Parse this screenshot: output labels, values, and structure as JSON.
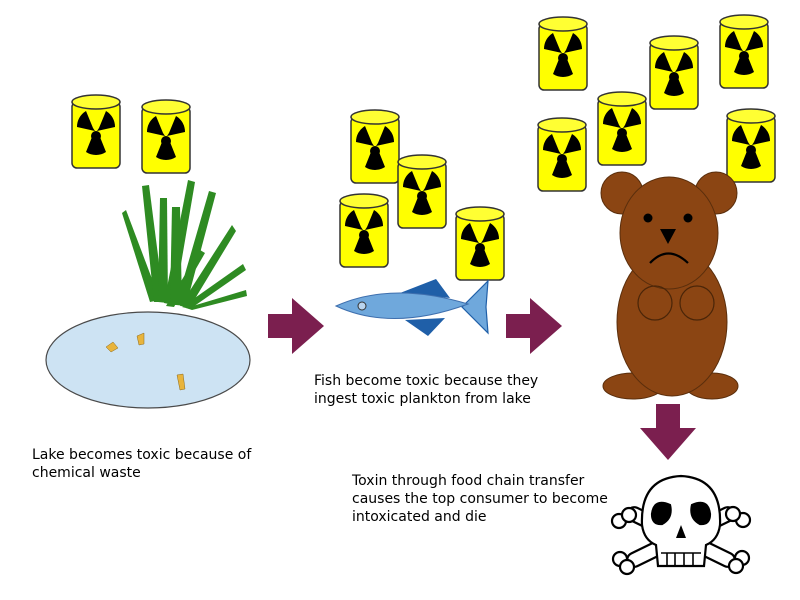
{
  "captions": {
    "lake": "Lake becomes toxic because of\nchemical waste",
    "fish": "Fish become toxic because they\ningest toxic plankton from lake",
    "chain": "Toxin through food chain transfer\ncauses the top consumer to become\nintoxicated and die"
  },
  "colors": {
    "barrel_fill": "#ffff00",
    "radiation_symbol": "#000000",
    "arrow_fill": "#7b1f4f",
    "lake_fill": "#cde3f3",
    "grass_fill": "#2e8b22",
    "plankton_fill": "#e8b43c",
    "fish_body": "#6fa8dc",
    "fish_fins": "#1f5fa8",
    "bear_fill": "#8b4513"
  },
  "icons": {
    "barrel": "radioactive-barrel-icon",
    "death": "skull-crossbones-icon"
  },
  "stages": [
    "lake",
    "fish",
    "bear",
    "death"
  ]
}
